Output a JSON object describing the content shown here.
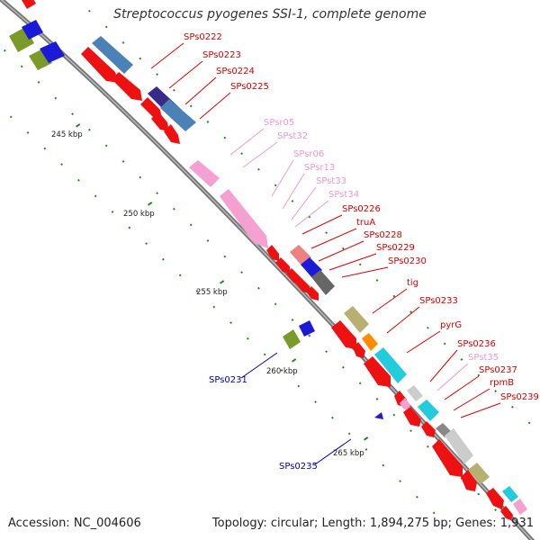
{
  "title": "Streptococcus pyogenes SSI-1, complete genome",
  "accession": "Accession: NC_004606",
  "summary": "Topology: circular; Length: 1,894,275 bp; Genes: 1,931",
  "colors": {
    "label_red": "#dd0000",
    "label_pink": "#ee99cc",
    "label_blue": "#0000bb",
    "backbone": "#777777",
    "tick": "#228822"
  },
  "kbp_labels": [
    "245 kbp",
    "250 kbp",
    "255 kbp",
    "260 kbp",
    "265 kbp"
  ],
  "gene_labels": [
    {
      "text": "SPs0222",
      "color": "red"
    },
    {
      "text": "SPs0223",
      "color": "red"
    },
    {
      "text": "SPs0224",
      "color": "red"
    },
    {
      "text": "SPs0225",
      "color": "red"
    },
    {
      "text": "SPsr05",
      "color": "pink"
    },
    {
      "text": "SPst32",
      "color": "pink"
    },
    {
      "text": "SPsr06",
      "color": "pink"
    },
    {
      "text": "SPsr13",
      "color": "pink"
    },
    {
      "text": "SPst33",
      "color": "pink"
    },
    {
      "text": "SPst34",
      "color": "pink"
    },
    {
      "text": "SPs0226",
      "color": "red"
    },
    {
      "text": "truA",
      "color": "red"
    },
    {
      "text": "SPs0228",
      "color": "red"
    },
    {
      "text": "SPs0229",
      "color": "red"
    },
    {
      "text": "SPs0230",
      "color": "red"
    },
    {
      "text": "tig",
      "color": "red"
    },
    {
      "text": "SPs0233",
      "color": "red"
    },
    {
      "text": "pyrG",
      "color": "red"
    },
    {
      "text": "SPs0236",
      "color": "red"
    },
    {
      "text": "SPst35",
      "color": "pink"
    },
    {
      "text": "SPs0237",
      "color": "red"
    },
    {
      "text": "rpmB",
      "color": "red"
    },
    {
      "text": "SPs0239",
      "color": "red"
    },
    {
      "text": "SPs0231",
      "color": "blue"
    },
    {
      "text": "SPs0235",
      "color": "blue"
    }
  ]
}
